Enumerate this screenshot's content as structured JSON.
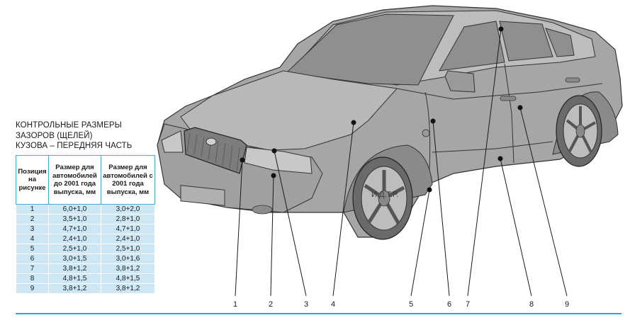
{
  "title": {
    "line1": "КОНТРОЛЬНЫЕ РАЗМЕРЫ",
    "line2": "ЗАЗОРОВ (ЩЕЛЕЙ)",
    "line3": "КУЗОВА – ПЕРЕДНЯЯ ЧАСТЬ"
  },
  "table": {
    "col1": "Позиция на рисунке",
    "col2": "Размер для автомобилей до 2001 года выпуска, мм",
    "col3": "Размер для автомобилей с 2001 года выпуска, мм",
    "rows": [
      {
        "pos": "1",
        "before": "6,0+1,0",
        "after": "3,0+2,0"
      },
      {
        "pos": "2",
        "before": "3,5+1,0",
        "after": "2,8+1,0"
      },
      {
        "pos": "3",
        "before": "4,7+1,0",
        "after": "4,7+1,0"
      },
      {
        "pos": "4",
        "before": "2,4+1,0",
        "after": "2,4+1,0"
      },
      {
        "pos": "5",
        "before": "2,5+1,0",
        "after": "2,5+1,0"
      },
      {
        "pos": "6",
        "before": "3,0+1,5",
        "after": "3,0+1,6"
      },
      {
        "pos": "7",
        "before": "3,8+1,2",
        "after": "3,8+1,2"
      },
      {
        "pos": "8",
        "before": "4,8+1,5",
        "after": "4,8+1,5"
      },
      {
        "pos": "9",
        "before": "3,8+1,2",
        "after": "3,8+1,2"
      }
    ]
  },
  "callouts": [
    "1",
    "2",
    "3",
    "4",
    "5",
    "6",
    "7",
    "8",
    "9"
  ],
  "watermark": "И.Д.Т.Р.",
  "colors": {
    "car_body": "#a6a6a6",
    "car_light": "#c4c4c4",
    "car_dark": "#7d7d7d",
    "glass": "#8f8f8f",
    "table_fill": "#cde8f4",
    "table_border": "#49a9d3",
    "rule": "#2fa4d6"
  }
}
